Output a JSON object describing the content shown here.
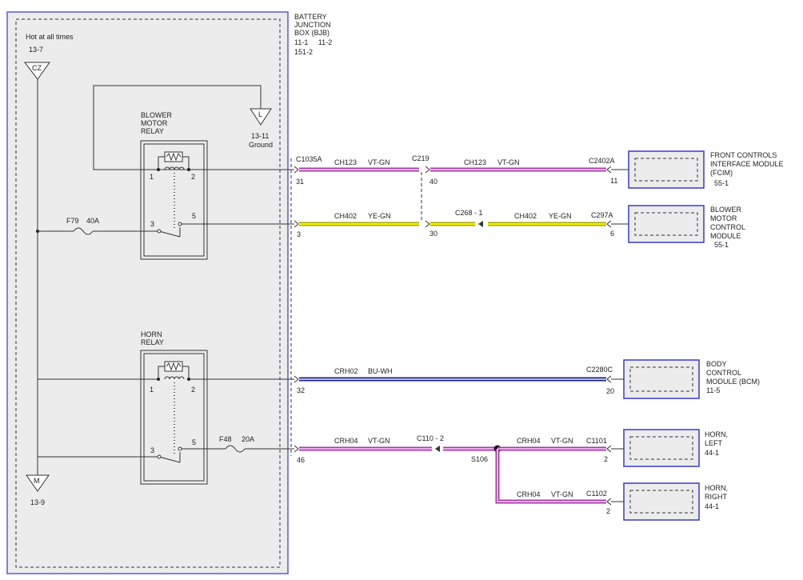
{
  "colors": {
    "vt_gn_outer": "#a03ca3",
    "vt_gn_inner": "#f0a8f0",
    "ye_gn_outer": "#aaaa00",
    "ye_gn_inner": "#f4f400",
    "bu_wh_outer": "#1a237e",
    "bu_wh_inner": "#e8ecff",
    "module_border": "#3a3ad0",
    "bjb_border": "#5a5adc"
  },
  "bjb": {
    "label_lines": [
      "BATTERY",
      "JUNCTION",
      "BOX (BJB)",
      "11-1     11-2",
      "151-2"
    ],
    "hot_label": "Hot at all times",
    "power_ref": "13-7",
    "power_terminal": "CZ",
    "ground_ref": "13-9",
    "ground_terminal": "M",
    "relay_ground_terminal": "L",
    "relay_ground_ref": "13-11",
    "relay_ground_label": "Ground"
  },
  "blower_relay": {
    "label_lines": [
      "BLOWER",
      "MOTOR",
      "RELAY"
    ],
    "pin1": "1",
    "pin2": "2",
    "pin3": "3",
    "pin5": "5",
    "fuse": "F79",
    "fuse_rating": "40A"
  },
  "horn_relay": {
    "label_lines": [
      "HORN",
      "RELAY"
    ],
    "pin1": "1",
    "pin2": "2",
    "pin3": "3",
    "pin5": "5",
    "fuse": "F48",
    "fuse_rating": "20A"
  },
  "circuits": {
    "fcim": {
      "conn_in": "C1035A",
      "pin_in": "31",
      "wire1": "CH123",
      "color1": "VT-GN",
      "mid_conn": "C219",
      "mid_pin": "40",
      "wire2": "CH123",
      "color2": "VT-GN",
      "conn_out": "C2402A",
      "pin_out": "11"
    },
    "blower": {
      "pin_in": "3",
      "wire1": "CH402",
      "color1": "YE-GN",
      "mid_conn": "C268 - 1",
      "mid_pin": "30",
      "wire2": "CH402",
      "color2": "YE-GN",
      "conn_out": "C297A",
      "pin_out": "6"
    },
    "bcm": {
      "pin_in": "32",
      "wire1": "CRH02",
      "color1": "BU-WH",
      "conn_out": "C2280C",
      "pin_out": "20"
    },
    "horn": {
      "pin_in": "46",
      "wire1": "CRH04",
      "color1": "VT-GN",
      "mid_conn": "C110 - 2",
      "splice": "S106",
      "left_wire": "CRH04",
      "left_color": "VT-GN",
      "left_conn": "C1101",
      "left_pin": "2",
      "right_wire": "CRH04",
      "right_color": "VT-GN",
      "right_conn": "C1102",
      "right_pin": "2"
    }
  },
  "modules": {
    "fcim": {
      "lines": [
        "FRONT CONTROLS",
        "INTERFACE MODULE",
        "(FCIM)"
      ],
      "ref": "55-1"
    },
    "blower": {
      "lines": [
        "BLOWER",
        "MOTOR",
        "CONTROL",
        "MODULE"
      ],
      "ref": "55-1"
    },
    "bcm": {
      "lines": [
        "BODY",
        "CONTROL",
        "MODULE (BCM)"
      ],
      "ref": "11-5"
    },
    "horn_left": {
      "lines": [
        "HORN,",
        "LEFT"
      ],
      "ref": "44-1"
    },
    "horn_right": {
      "lines": [
        "HORN,",
        "RIGHT"
      ],
      "ref": "44-1"
    }
  }
}
